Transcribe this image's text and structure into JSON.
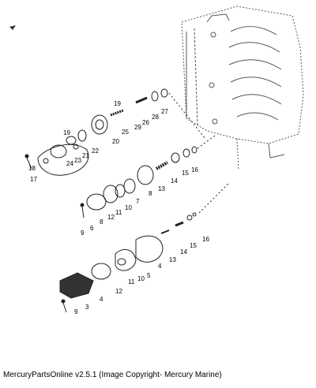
{
  "caption": "MercuryPartsOnline v2.5.1 (Image Copyright- Mercury Marine)",
  "callouts": {
    "g1": [
      "17",
      "18",
      "19",
      "24",
      "23",
      "21",
      "22",
      "20",
      "19",
      "25",
      "29",
      "26",
      "28",
      "27"
    ],
    "g2": [
      "16",
      "15",
      "14",
      "13",
      "8",
      "7",
      "10",
      "11",
      "12",
      "8",
      "6",
      "9"
    ],
    "g3": [
      "16",
      "15",
      "14",
      "13",
      "4",
      "5",
      "10",
      "11",
      "12",
      "4",
      "3",
      "9"
    ]
  }
}
